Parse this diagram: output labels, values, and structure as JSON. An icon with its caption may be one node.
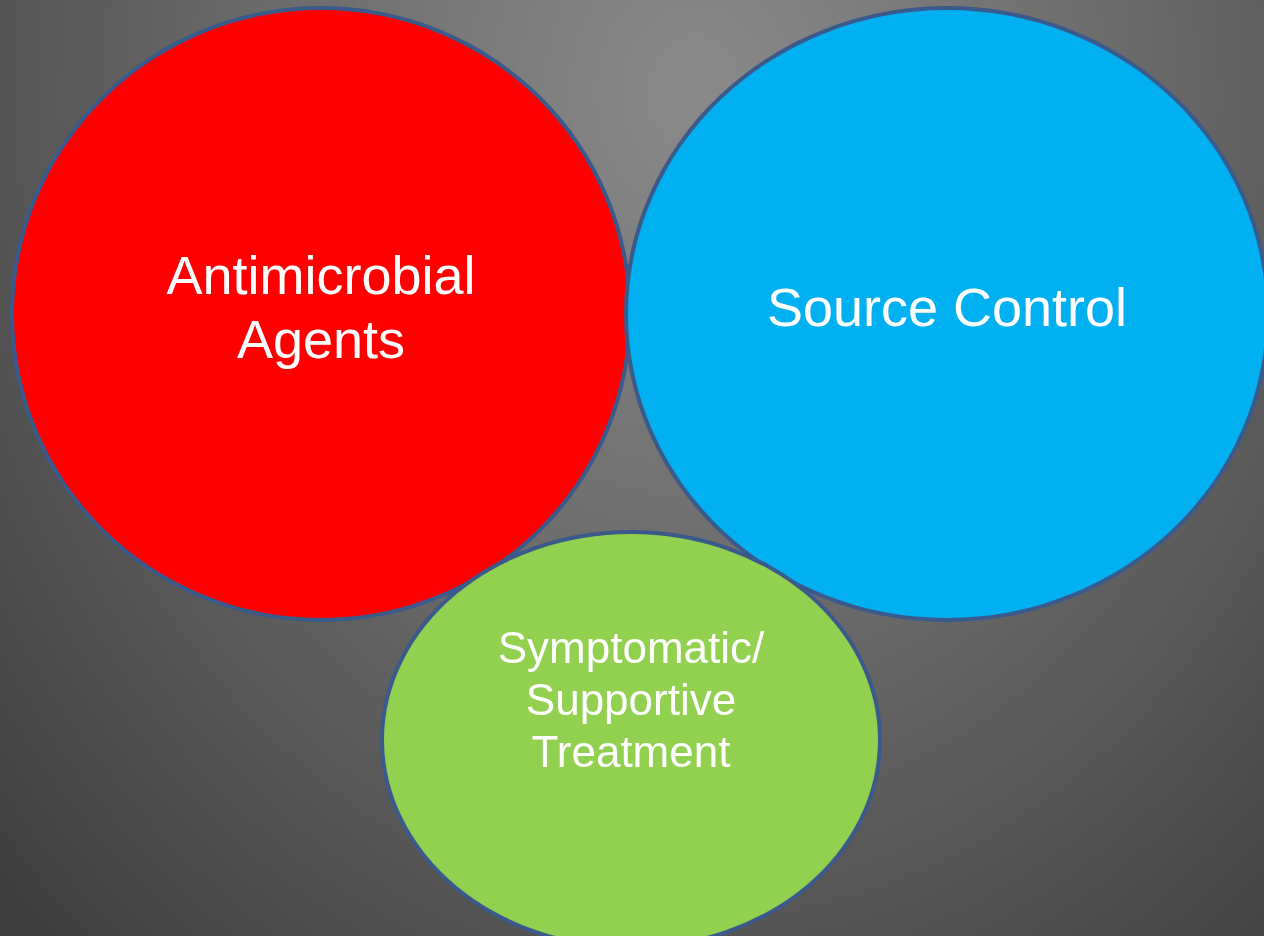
{
  "diagram": {
    "nodes": [
      {
        "text": [
          "Antimicrobial Agents"
        ]
      },
      {
        "text": [
          "Source Control"
        ]
      },
      {
        "text": [
          "Symptomatic/ Supportive Treatment"
        ]
      }
    ]
  }
}
